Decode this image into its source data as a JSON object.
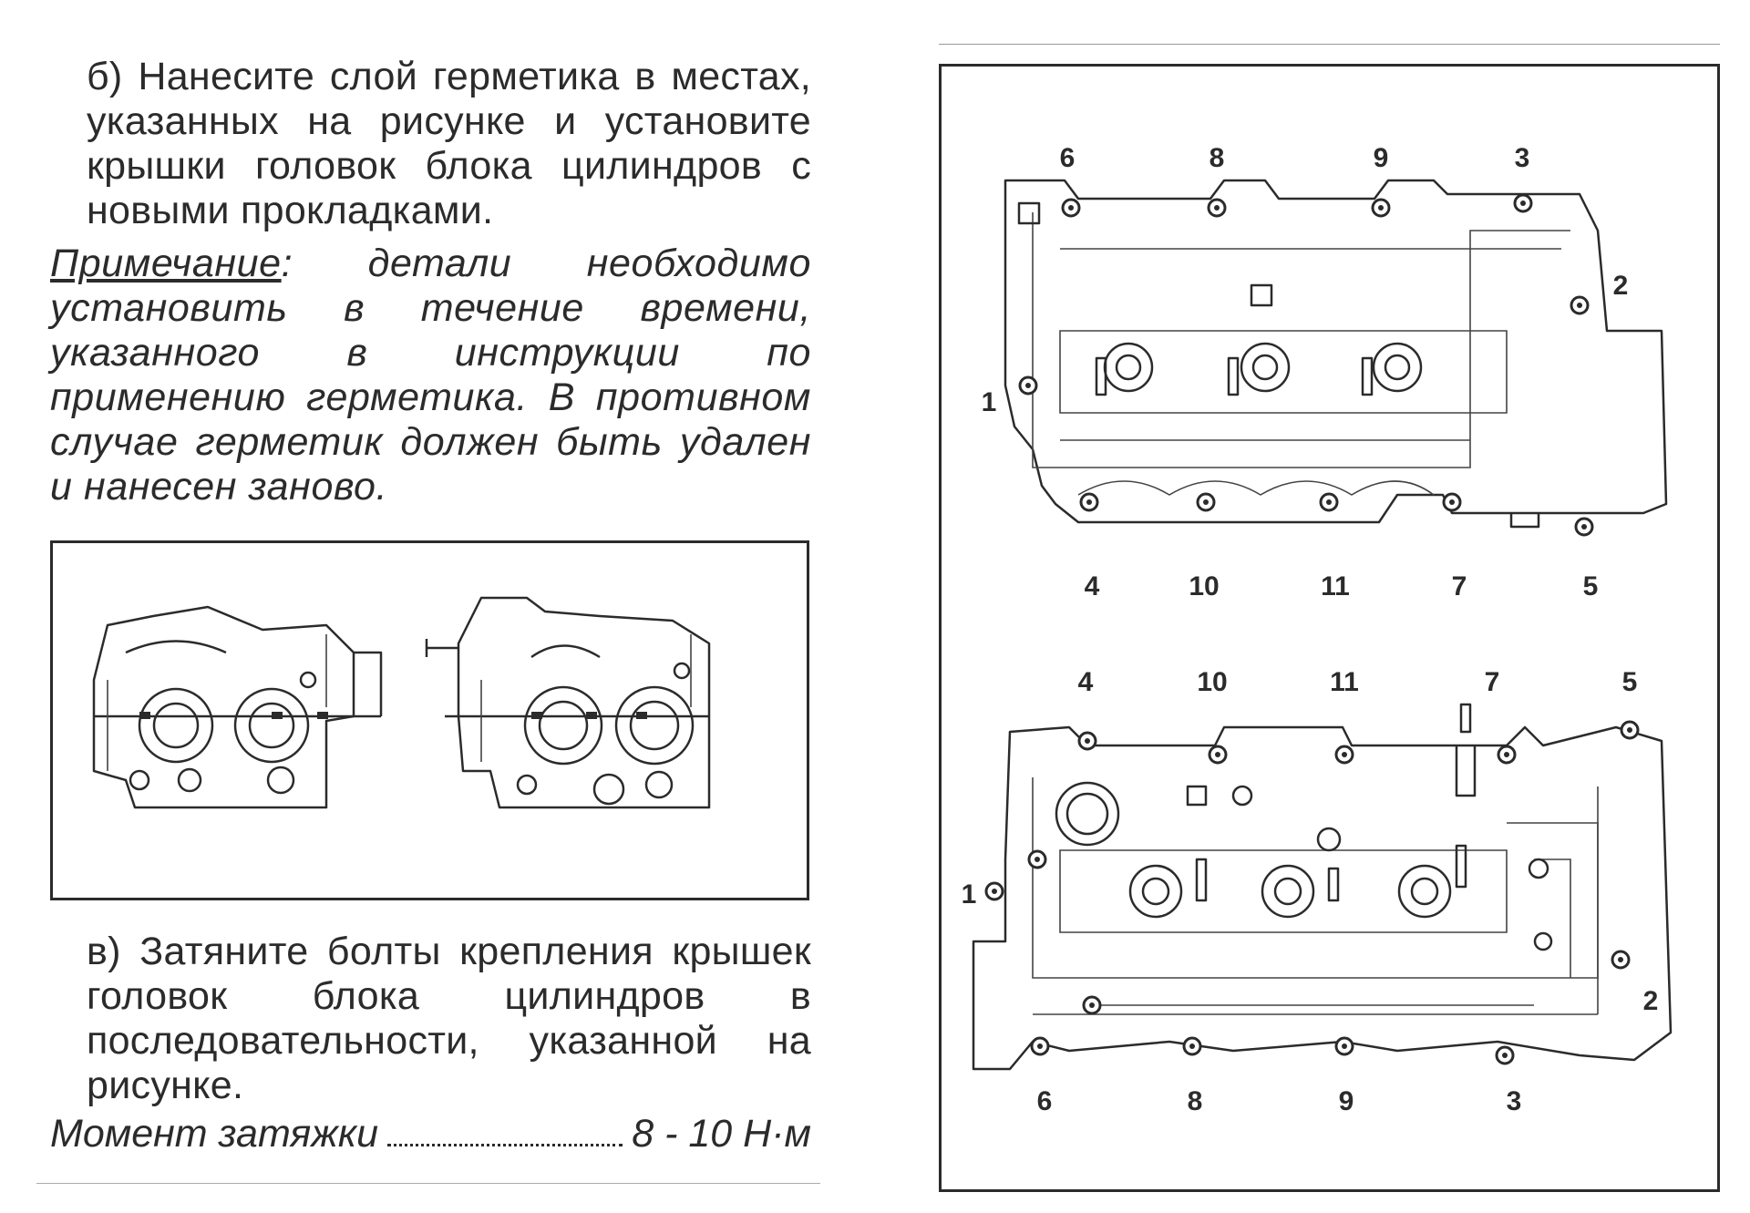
{
  "step_b": "б) Нанесите слой герметика в местах, указанных на рисунке и установите крышки головок блока цилиндров с новыми прокладками.",
  "note": {
    "label": "Примечание",
    "text": ": детали необходимо установить в течение времени, указанного в инструкции по применению герметика. В противном случае герметик должен быть удален и нанесен заново."
  },
  "step_v": "в) Затяните болты крепления крышек головок блока цилиндров в последовательности, указанной на рисунке.",
  "torque": {
    "label": "Момент затяжки",
    "value": "8 - 10 Н·м"
  },
  "diagram_top": {
    "top_labels": [
      "6",
      "8",
      "9",
      "3"
    ],
    "bottom_labels": [
      "4",
      "10",
      "11",
      "7",
      "5"
    ],
    "left_label": "1",
    "right_label": "2"
  },
  "diagram_bottom": {
    "top_labels": [
      "4",
      "10",
      "11",
      "7",
      "5"
    ],
    "bottom_labels": [
      "6",
      "8",
      "9",
      "3"
    ],
    "left_label": "1",
    "right_label": "2"
  }
}
